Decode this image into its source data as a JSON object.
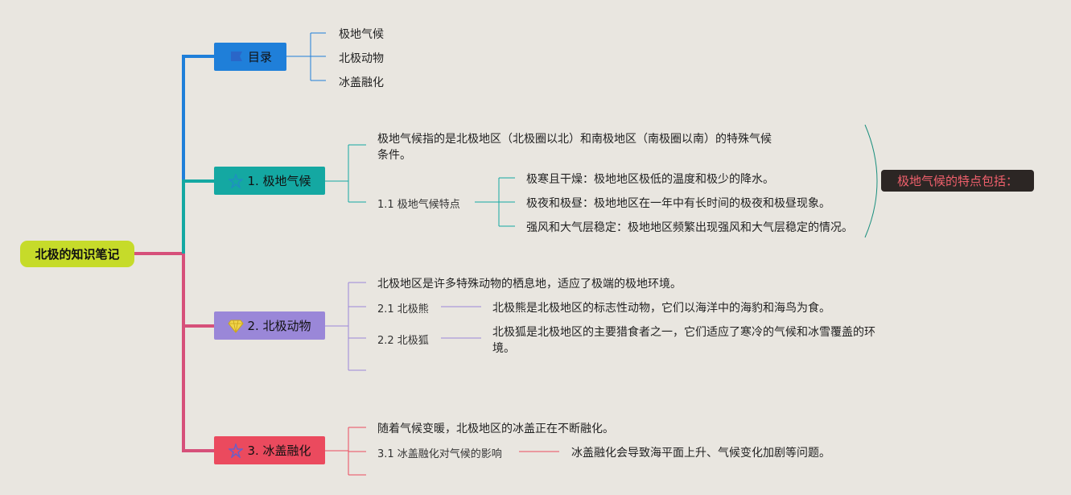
{
  "root": {
    "label": "北极的知识笔记"
  },
  "toc": {
    "label": "目录",
    "items": [
      "极地气候",
      "北极动物",
      "冰盖融化"
    ]
  },
  "climate": {
    "label": "1. 极地气候",
    "desc_line1": "极地气候指的是北极地区（北极圈以北）和南极地区（南极圈以南）的特殊气候",
    "desc_line2": "条件。",
    "sub_label": "1.1 极地气候特点",
    "features": [
      "极寒且干燥：极地地区极低的温度和极少的降水。",
      "极夜和极昼：极地地区在一年中有长时间的极夜和极昼现象。",
      "强风和大气层稳定：极地地区频繁出现强风和大气层稳定的情况。"
    ],
    "callout": "极地气候的特点包括："
  },
  "animals": {
    "label": "2. 北极动物",
    "desc": "北极地区是许多特殊动物的栖息地，适应了极端的极地环境。",
    "bear_label": "2.1 北极熊",
    "bear_desc": "北极熊是北极地区的标志性动物，它们以海洋中的海豹和海鸟为食。",
    "fox_label": "2.2 北极狐",
    "fox_desc_line1": "北极狐是北极地区的主要猎食者之一，它们适应了寒冷的气候和冰雪覆盖的环",
    "fox_desc_line2": "境。"
  },
  "ice": {
    "label": "3. 冰盖融化",
    "desc": "随着气候变暖，北极地区的冰盖正在不断融化。",
    "sub_label": "3.1 冰盖融化对气候的影响",
    "sub_desc": "冰盖融化会导致海平面上升、气候变化加剧等问题。"
  },
  "colors": {
    "toc": "#1f7fd9",
    "climate": "#14a8a2",
    "animals": "#9a87d8",
    "ice": "#eb4a5e",
    "root": "#c6db2a",
    "root_trunk": "#d6507a"
  },
  "icons": {
    "toc": "flag-icon",
    "climate": "star-icon",
    "animals": "diamond-icon",
    "ice": "star-icon"
  }
}
